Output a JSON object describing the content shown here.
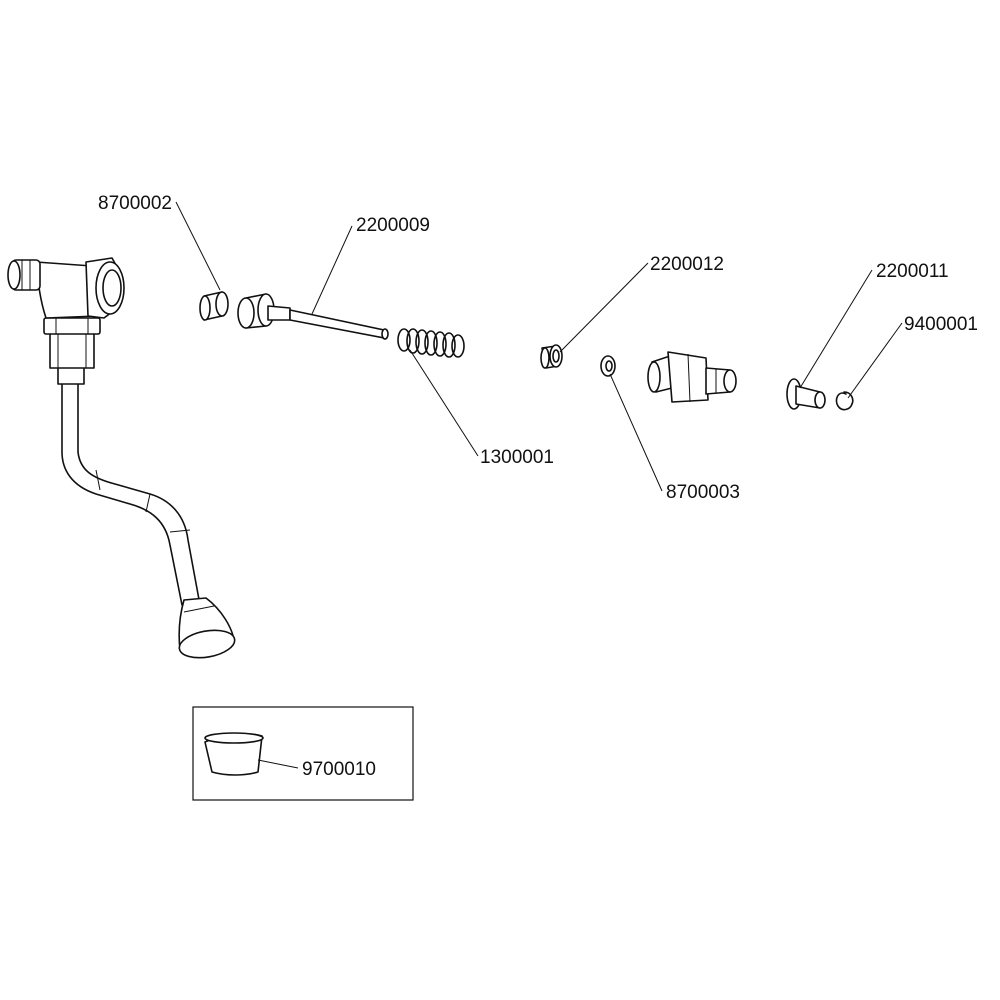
{
  "diagram": {
    "type": "exploded-parts-view",
    "parts": [
      {
        "id": "p1",
        "label": "8700002"
      },
      {
        "id": "p2",
        "label": "2200009"
      },
      {
        "id": "p3",
        "label": "2200012"
      },
      {
        "id": "p4",
        "label": "2200011"
      },
      {
        "id": "p5",
        "label": "9400001"
      },
      {
        "id": "p6",
        "label": "1300001"
      },
      {
        "id": "p7",
        "label": "8700003"
      },
      {
        "id": "p8",
        "label": "9700010"
      }
    ],
    "colors": {
      "line": "#111111",
      "background": "#ffffff",
      "shade": "#e9e9e9"
    }
  }
}
